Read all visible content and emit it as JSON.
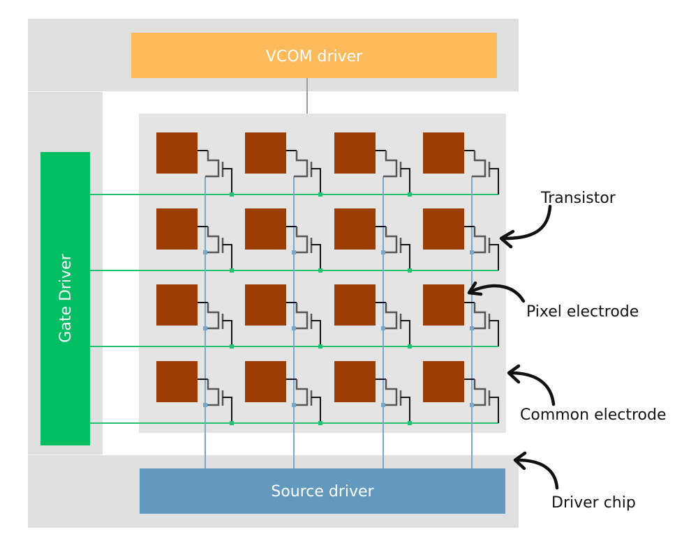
{
  "title": "Active matrix display panel structure",
  "blocks": {
    "vcom_driver": {
      "label": "VCOM driver",
      "color": "#FDBA5A"
    },
    "gate_driver": {
      "label": "Gate Driver",
      "color": "#00BE62"
    },
    "source_driver": {
      "label": "Source driver",
      "color": "#6399BD"
    }
  },
  "matrix": {
    "rows": 4,
    "cols": 4,
    "pixel_color": "#9C3D05",
    "panel_color": "#E4E4E4",
    "gate_line_color": "#21C26D",
    "source_line_color": "#77A7CB",
    "transistor_color": "#555555",
    "drain_color": "#111111"
  },
  "frame_color": "#E0E0E0",
  "vcom_line_color": "#9A9A9A",
  "annotations": [
    {
      "id": "transistor",
      "label": "Transistor"
    },
    {
      "id": "pixel-electrode",
      "label": "Pixel electrode"
    },
    {
      "id": "common-electrode",
      "label": "Common electrode"
    },
    {
      "id": "driver-chip",
      "label": "Driver chip"
    }
  ]
}
